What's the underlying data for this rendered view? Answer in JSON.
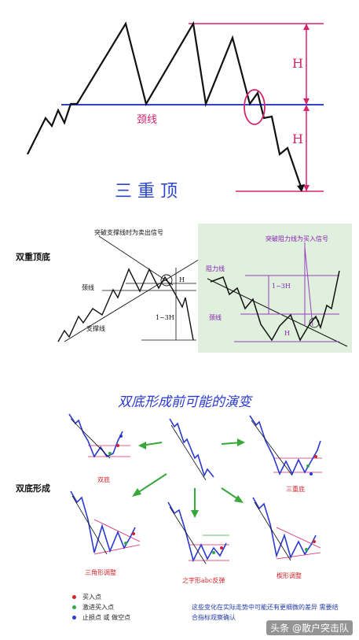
{
  "top": {
    "title": "三 重 顶",
    "neckline": "颈线",
    "h_upper": "H",
    "h_lower": "H"
  },
  "double_top": {
    "section_label": "双重顶底",
    "signal_note": "突破支撑线时为卖出信号",
    "neckline": "颈线",
    "support": "支撑线",
    "h": "H",
    "range": "1~3H"
  },
  "double_bottom": {
    "signal_note": "突破阻力线为买入信号",
    "resistance": "阻力线",
    "neckline": "颈线",
    "range": "1~3H",
    "h": "H"
  },
  "evolution": {
    "title": "双底形成前可能的演变",
    "section_label": "双底形成",
    "labels": [
      "双底",
      "三重底",
      "三角形调整",
      "之字形abc反弹",
      "楔形调整"
    ]
  },
  "legend": {
    "items": [
      {
        "label": "买入点",
        "color": "#d4232b"
      },
      {
        "label": "激进买入点",
        "color": "#2fa84f"
      },
      {
        "label": "止损点 或 做空点",
        "color": "#2a3ad0"
      }
    ]
  },
  "note": "这些变化在实际走势中可能还有更细微的差异 需要结合指标观察确认",
  "watermark": "头条 @散户突击队",
  "colors": {
    "neckline": "#2b46c9",
    "measure": "#d6246e",
    "line": "#111111",
    "evolution_line": "#2a3ad0"
  }
}
